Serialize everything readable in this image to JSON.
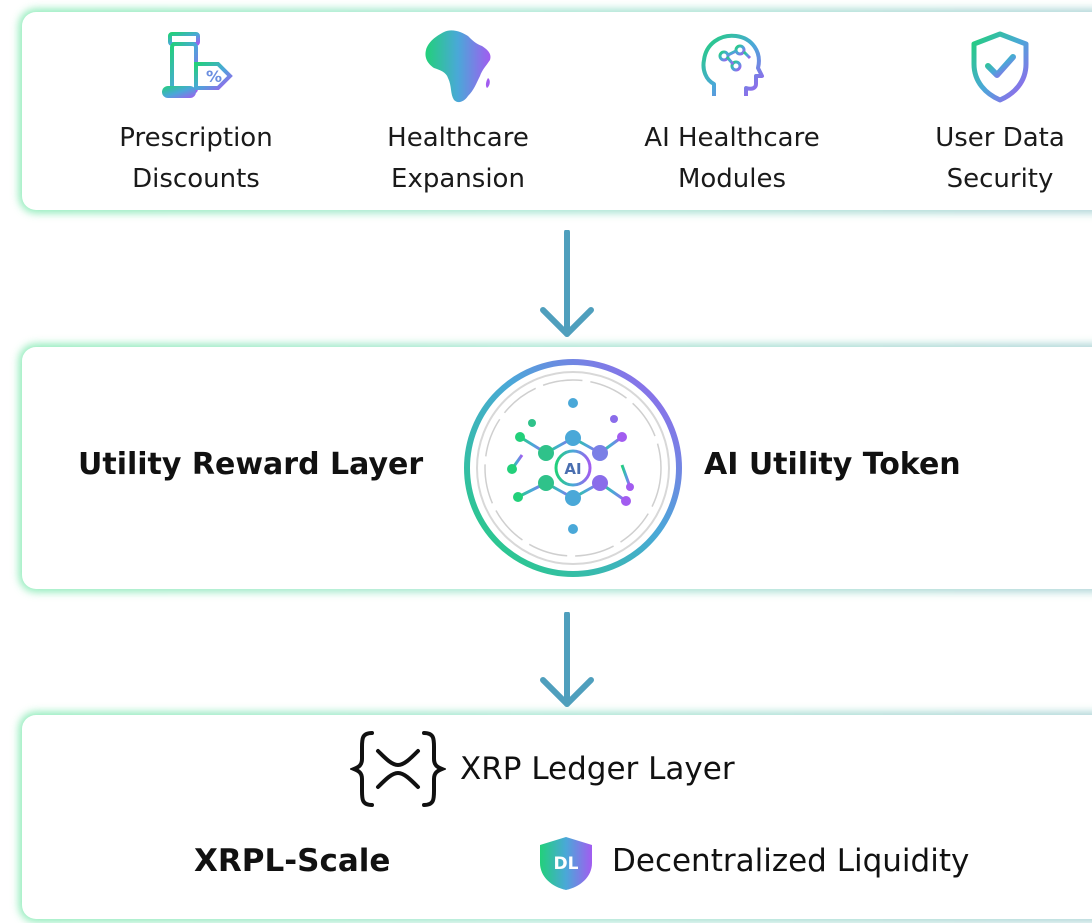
{
  "features": [
    {
      "label": "Prescription\nDiscounts",
      "icon": "prescription-discount-icon"
    },
    {
      "label": "Healthcare\nExpansion",
      "icon": "africa-map-icon"
    },
    {
      "label": "AI Healthcare\nModules",
      "icon": "ai-head-icon"
    },
    {
      "label": "User Data\nSecurity",
      "icon": "shield-check-icon"
    }
  ],
  "middle": {
    "left_label": "Utility Reward Layer",
    "right_label": "AI Utility Token",
    "emblem_text": "AI",
    "emblem_icon": "ai-network-token-icon"
  },
  "bottom": {
    "title": "XRP Ledger Layer",
    "title_icon": "xrp-logo-icon",
    "left_label": "XRPL-Scale",
    "right_label": "Decentralized Liquidity",
    "badge_text": "DL",
    "badge_icon": "dl-shield-icon"
  },
  "colors": {
    "gradient_start": "#22d07a",
    "gradient_mid": "#4aa8d8",
    "gradient_end": "#a25cf0",
    "arrow": "#4f9fbd"
  }
}
